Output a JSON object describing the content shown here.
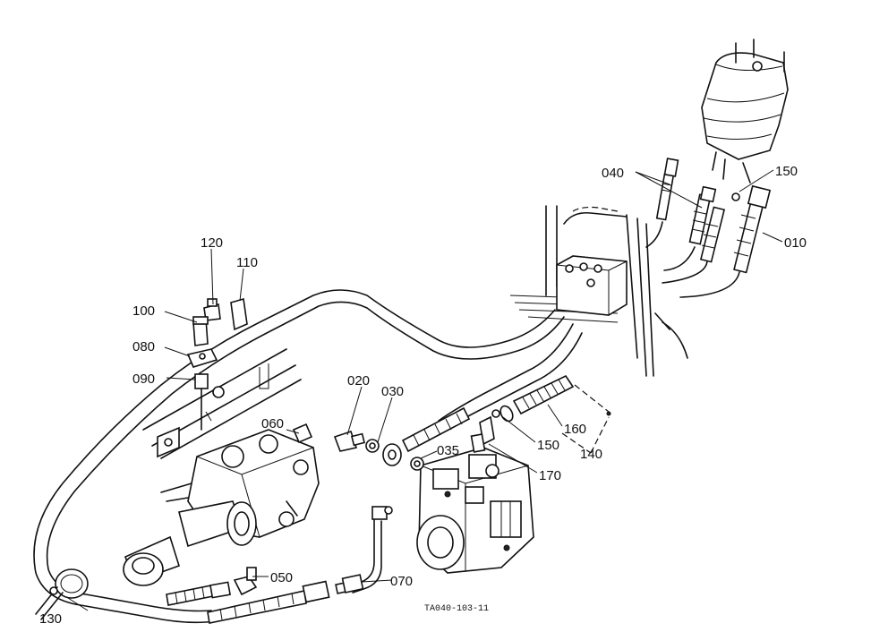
{
  "callouts": [
    {
      "id": "010",
      "text": "010"
    },
    {
      "id": "020",
      "text": "020"
    },
    {
      "id": "030",
      "text": "030"
    },
    {
      "id": "035",
      "text": "035"
    },
    {
      "id": "040",
      "text": "040"
    },
    {
      "id": "050",
      "text": "050"
    },
    {
      "id": "060",
      "text": "060"
    },
    {
      "id": "070",
      "text": "070"
    },
    {
      "id": "080",
      "text": "080"
    },
    {
      "id": "090",
      "text": "090"
    },
    {
      "id": "100",
      "text": "100"
    },
    {
      "id": "110",
      "text": "110"
    },
    {
      "id": "120",
      "text": "120"
    },
    {
      "id": "130",
      "text": "130"
    },
    {
      "id": "140",
      "text": "140"
    },
    {
      "id": "150a",
      "text": "150"
    },
    {
      "id": "150b",
      "text": "150"
    },
    {
      "id": "160",
      "text": "160"
    },
    {
      "id": "170",
      "text": "170"
    }
  ],
  "drawing_code": "TA040-103-11"
}
